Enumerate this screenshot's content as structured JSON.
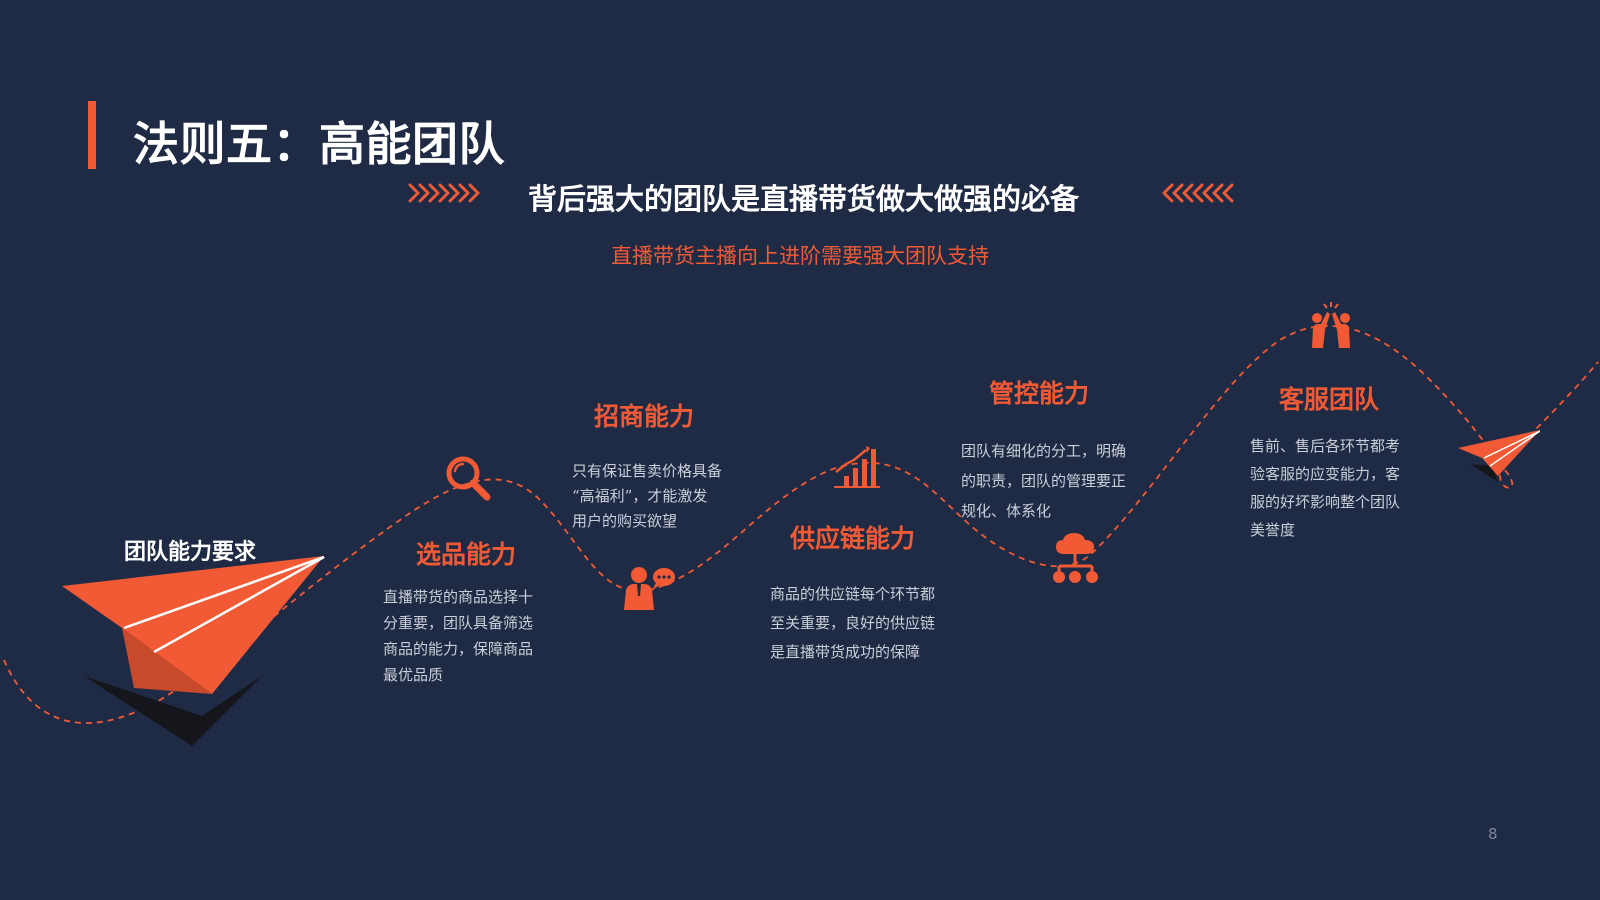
{
  "slide": {
    "title": "法则五：高能团队",
    "subtitle": "背后强大的团队是直播带货做大做强的必备",
    "tagline": "直播带货主播向上进阶需要强大团队支持",
    "requirements_label": "团队能力要求",
    "page_number": "8"
  },
  "colors": {
    "background": "#1f2b45",
    "accent": "#f15a35",
    "heading_text": "#ffffff",
    "body_text": "#c9ced8"
  },
  "abilities": [
    {
      "title": "选品能力",
      "icon": "search-icon",
      "description": [
        "直播带货的商品选择十",
        "分重要，团队具备筛选",
        "商品的能力，保障商品",
        "最优品质"
      ]
    },
    {
      "title": "招商能力",
      "icon": "business-chat-icon",
      "description": [
        "只有保证售卖价格具备",
        "“高福利”，才能激发",
        "用户的购买欲望"
      ]
    },
    {
      "title": "供应链能力",
      "icon": "growth-chart-icon",
      "description": [
        "商品的供应链每个环节都",
        "至关重要，良好的供应链",
        "是直播带货成功的保障"
      ]
    },
    {
      "title": "管控能力",
      "icon": "cloud-network-icon",
      "description": [
        "团队有细化的分工，明确",
        "的职责，团队的管理要正",
        "规化、体系化"
      ]
    },
    {
      "title": "客服团队",
      "icon": "high-five-icon",
      "description": [
        "售前、售后各环节都考",
        "验客服的应变能力，客",
        "服的好坏影响整个团队",
        "美誉度"
      ]
    }
  ]
}
